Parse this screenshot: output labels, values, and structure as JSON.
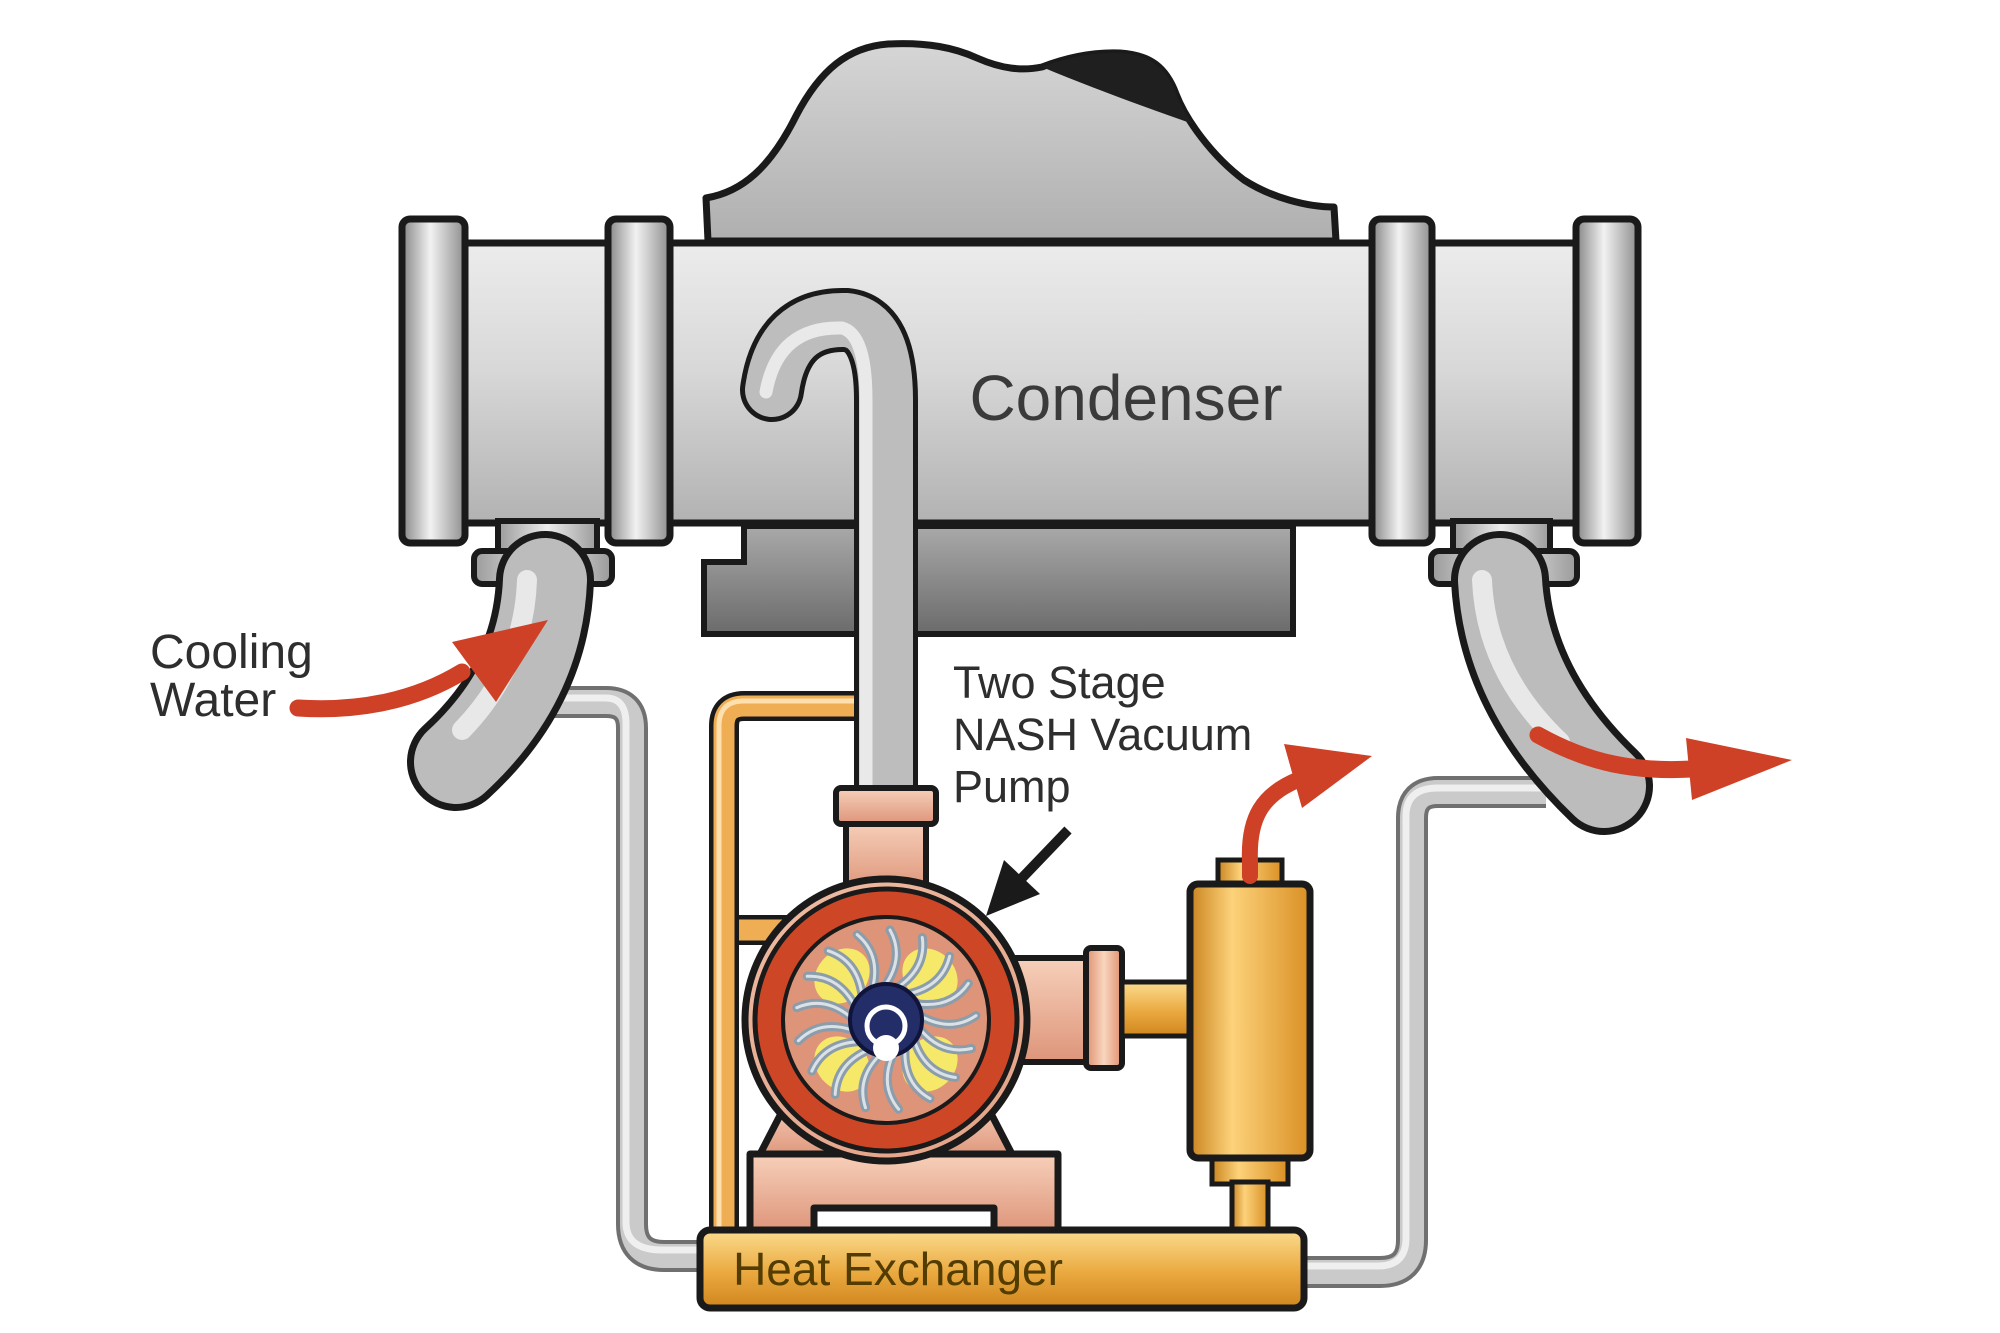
{
  "diagram": {
    "labels": {
      "condenser": "Condenser",
      "cooling_water_line1": "Cooling",
      "cooling_water_line2": "Water",
      "pump_label_line1": "Two Stage",
      "pump_label_line2": "NASH Vacuum",
      "pump_label_line3": "Pump",
      "heat_exchanger": "Heat Exchanger"
    },
    "colors": {
      "flow_arrow_red": "#cf4126",
      "pump_body_salmon": "#eeb49b",
      "pump_ring_red": "#cd4727",
      "impeller_hub_navy": "#232e68",
      "separator_orange": "#f2b556",
      "heat_exchanger_gold": "#eeae45",
      "metal_gray": "#c9c9c9",
      "dark_metal_gray": "#6d6d6d",
      "outline_black": "#1a1a1a",
      "label_text": "#2e2e2e",
      "heat_exchanger_text": "#533c00"
    },
    "components": [
      "condenser-shell",
      "turbine-exhaust-silhouette",
      "condenser-hotwell",
      "vacuum-suction-pipe",
      "cooling-water-inlet-elbow",
      "cooling-water-outlet-elbow",
      "two-stage-nash-vacuum-pump",
      "pump-impeller",
      "discharge-separator",
      "heat-exchanger",
      "recirculation-pipe",
      "cooling-water-branch-pipes",
      "flow-arrow-inlet",
      "flow-arrow-outlet",
      "flow-arrow-discharge",
      "pump-callout-arrow"
    ]
  }
}
